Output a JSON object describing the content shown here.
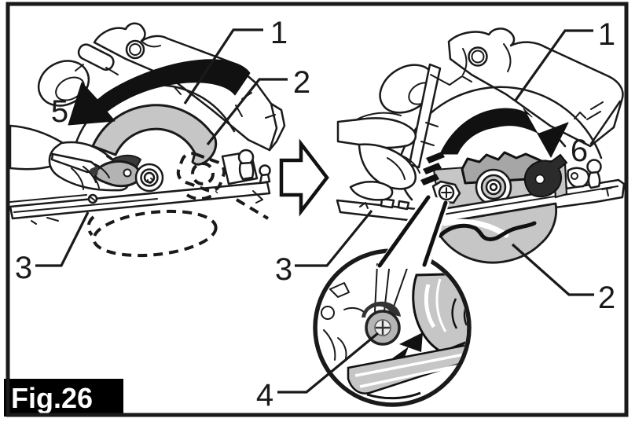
{
  "figure": {
    "label": "Fig.26"
  },
  "callouts": {
    "left": {
      "n1": "1",
      "n2": "2",
      "n3": "3",
      "n5": "5"
    },
    "right": {
      "n1": "1",
      "n2": "2",
      "n3": "3",
      "n6": "6"
    },
    "detail": {
      "n4": "4"
    }
  },
  "colors": {
    "line": "#1a1a1a",
    "arrow_black": "#111111",
    "guard_gray": "#c6c6c6",
    "blade_gray": "#a6a6a6",
    "lever_gray": "#b3b3b3",
    "screw_gray": "#b5b5b5",
    "label_bg": "#000000",
    "label_text": "#ffffff",
    "background": "#ffffff"
  }
}
